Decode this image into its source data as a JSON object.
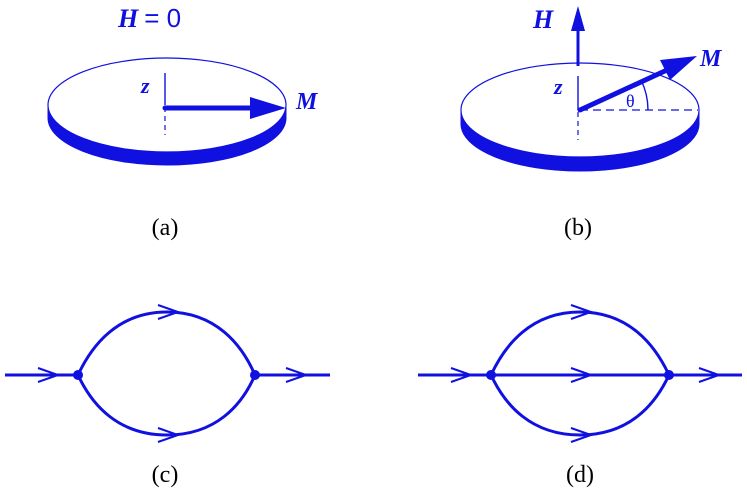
{
  "colors": {
    "stroke": "#1010e0",
    "text": "#000000",
    "background": "#ffffff"
  },
  "panel_a": {
    "field_symbol": "H",
    "field_rest": "= 0",
    "axis_label": "z",
    "vector_label": "M",
    "caption": "(a)"
  },
  "panel_b": {
    "field_symbol": "H",
    "axis_label": "z",
    "vector_label": "M",
    "angle_label": "θ",
    "caption": "(b)"
  },
  "panel_c": {
    "caption": "(c)"
  },
  "panel_d": {
    "caption": "(d)"
  }
}
